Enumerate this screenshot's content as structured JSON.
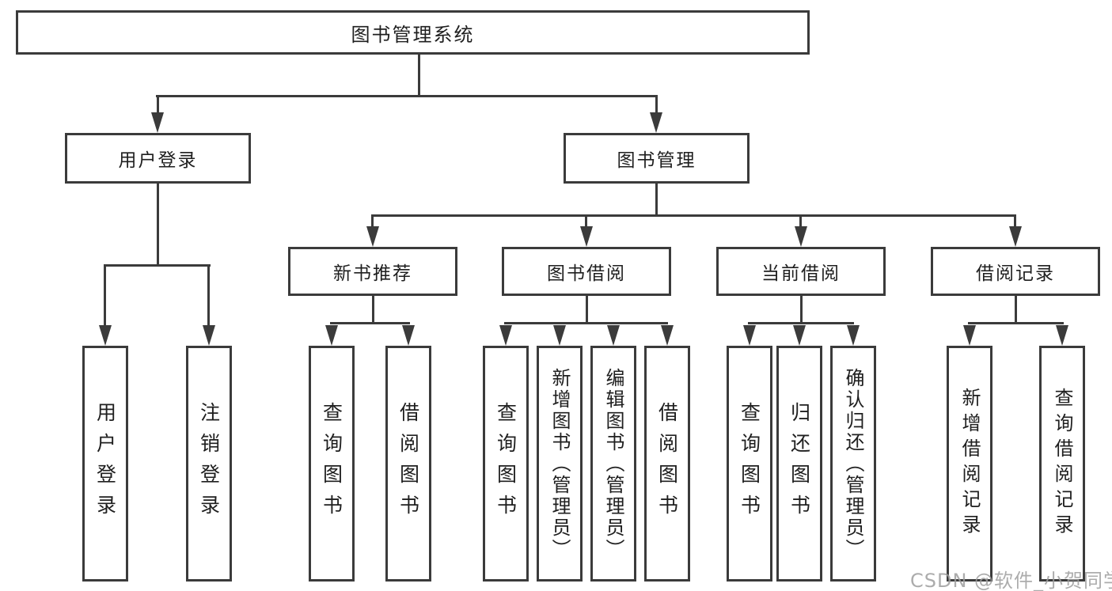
{
  "diagram": {
    "title": "图书管理系统",
    "watermark": "CSDN @软件_小贺同学",
    "colors": {
      "background": "#ffffff",
      "line": "#3b3b3b",
      "text": "#1f1f1f",
      "box_fill": "#ffffff",
      "watermark": "#9e9e9e"
    },
    "nodes": {
      "root": {
        "label": "图书管理系统"
      },
      "user_login": {
        "label": "用户登录"
      },
      "book_mgmt": {
        "label": "图书管理"
      },
      "new_book_rec": {
        "label": "新书推荐"
      },
      "book_borrow": {
        "label": "图书借阅"
      },
      "current_borrow": {
        "label": "当前借阅"
      },
      "borrow_records": {
        "label": "借阅记录"
      },
      "user_login_action": {
        "label": "用户登录"
      },
      "logout_action": {
        "label": "注销登录"
      },
      "nbr_query_books": {
        "label": "查询图书"
      },
      "nbr_borrow_books": {
        "label": "借阅图书"
      },
      "bb_query_books": {
        "label": "查询图书"
      },
      "bb_add_books_admin": {
        "label": "新增图书（管理员）"
      },
      "bb_edit_books_admin": {
        "label": "编辑图书（管理员）"
      },
      "bb_borrow_books": {
        "label": "借阅图书"
      },
      "cb_query_books": {
        "label": "查询图书"
      },
      "cb_return_books": {
        "label": "归还图书"
      },
      "cb_confirm_return_admin": {
        "label": "确认归还（管理员）"
      },
      "br_add_record": {
        "label": "新增借阅记录"
      },
      "br_query_record": {
        "label": "查询借阅记录"
      }
    },
    "edges": [
      {
        "from": "root",
        "to": [
          "user_login",
          "book_mgmt"
        ]
      },
      {
        "from": "user_login",
        "to": [
          "user_login_action",
          "logout_action"
        ]
      },
      {
        "from": "book_mgmt",
        "to": [
          "new_book_rec",
          "book_borrow",
          "current_borrow",
          "borrow_records"
        ]
      },
      {
        "from": "new_book_rec",
        "to": [
          "nbr_query_books",
          "nbr_borrow_books"
        ]
      },
      {
        "from": "book_borrow",
        "to": [
          "bb_query_books",
          "bb_add_books_admin",
          "bb_edit_books_admin",
          "bb_borrow_books"
        ]
      },
      {
        "from": "current_borrow",
        "to": [
          "cb_query_books",
          "cb_return_books",
          "cb_confirm_return_admin"
        ]
      },
      {
        "from": "borrow_records",
        "to": [
          "br_add_record",
          "br_query_record"
        ]
      }
    ]
  }
}
